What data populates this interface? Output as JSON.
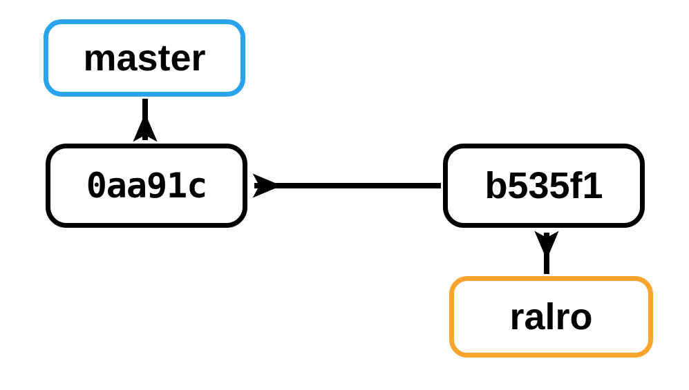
{
  "diagram": {
    "title": "git branch and commit graph",
    "background_color": "#ffffff",
    "edge_color": "#000000",
    "nodes": [
      {
        "id": "master",
        "label": "master",
        "kind": "branch-ref",
        "border_color": "#29a3ec",
        "text_color": "#000000",
        "font": "sans"
      },
      {
        "id": "0aa91c",
        "label": "0aa91c",
        "kind": "commit",
        "border_color": "#000000",
        "text_color": "#000000",
        "font": "mono"
      },
      {
        "id": "b535f1",
        "label": "b535f1",
        "kind": "commit",
        "border_color": "#000000",
        "text_color": "#000000",
        "font": "sans"
      },
      {
        "id": "ralro",
        "label": "ralro",
        "kind": "branch-ref",
        "border_color": "#fba42d",
        "text_color": "#000000",
        "font": "sans"
      }
    ],
    "edges": [
      {
        "id": "master-to-0aa91c",
        "from": "master",
        "to": "0aa91c",
        "direction": "down"
      },
      {
        "id": "b535f1-to-0aa91c",
        "from": "b535f1",
        "to": "0aa91c",
        "direction": "left"
      },
      {
        "id": "ralro-to-b535f1",
        "from": "ralro",
        "to": "b535f1",
        "direction": "up"
      }
    ]
  }
}
